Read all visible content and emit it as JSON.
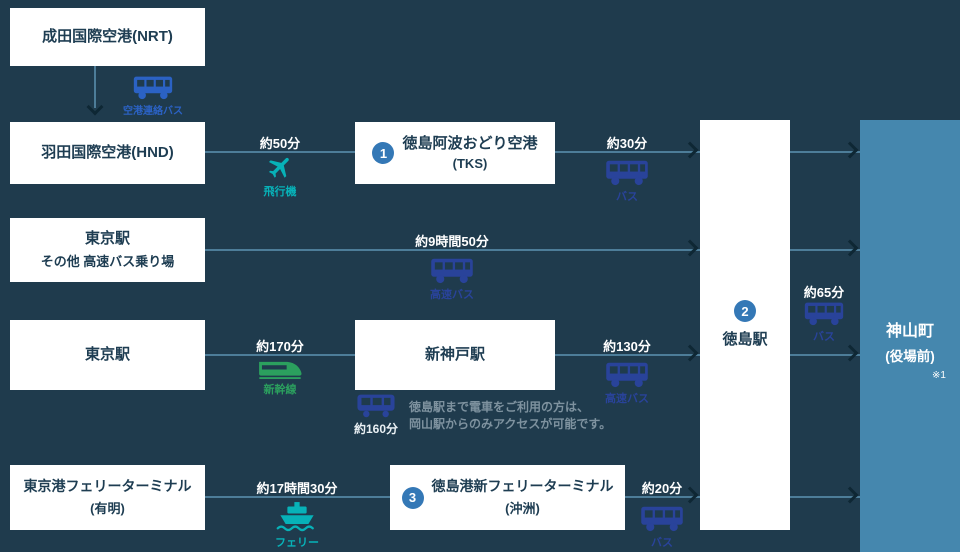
{
  "palette": {
    "background": "#1f3b4d",
    "box_background": "#ffffff",
    "box_text": "#1e3d52",
    "route_line": "#4d7d99",
    "arrowhead": "#0e2734",
    "badge_blue": "#3478b6",
    "destination_box": "#4587ae",
    "bus_navy": "#29439a",
    "airport_bus_blue": "#2b62c4",
    "plane_teal": "#07b2b8",
    "shinkansen_green": "#2ba05e",
    "ferry_teal": "#07b2b8",
    "note_gray": "#7e929f",
    "time_text": "#ffffff"
  },
  "boxes": {
    "nrt": {
      "label": "成田国際空港(NRT)"
    },
    "hnd": {
      "label": "羽田国際空港(HND)"
    },
    "tokyo_bus_stop": {
      "line1": "東京駅",
      "line2": "その他 高速バス乗り場"
    },
    "tokyo_station": {
      "label": "東京駅"
    },
    "tokyo_ferry_terminal": {
      "line1": "東京港フェリーターミナル",
      "line2": "(有明)"
    },
    "tokushima_airport": {
      "badge": "1",
      "line1": "徳島阿波おどり空港",
      "line2": "(TKS)"
    },
    "shin_kobe": {
      "label": "新神戸駅"
    },
    "tokushima_port": {
      "badge": "3",
      "line1": "徳島港新フェリーターミナル",
      "line2": "(沖洲)"
    },
    "tokushima_station": {
      "badge": "2",
      "label": "徳島駅"
    },
    "kamiyama": {
      "name": "神山町",
      "sub": "(役場前)",
      "footnote": "※1"
    }
  },
  "routes": {
    "nrt_to_hnd": {
      "mode": "空港連絡バス"
    },
    "hnd_to_airport": {
      "time": "約50分",
      "mode": "飛行機"
    },
    "airport_to_station": {
      "time": "約30分",
      "mode": "バス"
    },
    "busstop_to_station": {
      "time": "約9時間50分",
      "mode": "高速バス"
    },
    "tokyo_to_shinkobe": {
      "time": "約170分",
      "mode": "新幹線"
    },
    "shinkobe_to_station": {
      "time": "約130分",
      "mode": "高速バス"
    },
    "shinkobe_train_alt": {
      "time": "約160分",
      "note_line1": "徳島駅まで電車をご利用の方は、",
      "note_line2": "岡山駅からのみアクセスが可能です。"
    },
    "ferryterminal_to_port": {
      "time": "約17時間30分",
      "mode": "フェリー"
    },
    "port_to_station": {
      "time": "約20分",
      "mode": "バス"
    },
    "station_to_kamiyama": {
      "time": "約65分",
      "mode": "バス"
    }
  }
}
